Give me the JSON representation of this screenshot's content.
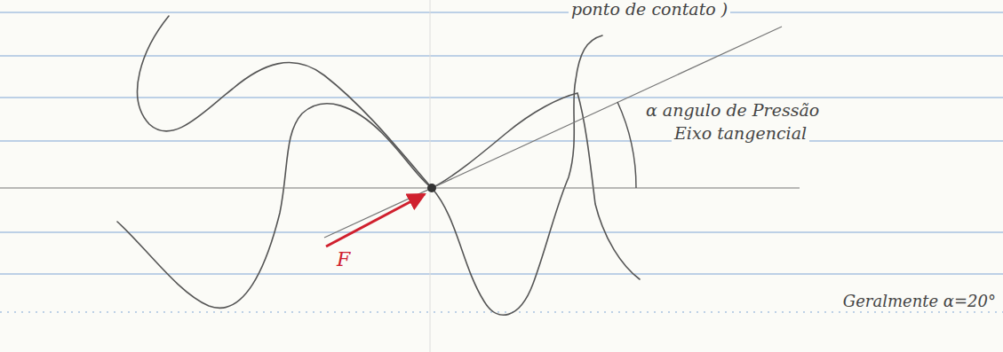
{
  "diagram": {
    "labels": [
      "ponto de contato )",
      "α angulo de Pressão",
      "Eixo tangencial",
      "F",
      "Geralmente α=20°"
    ]
  }
}
